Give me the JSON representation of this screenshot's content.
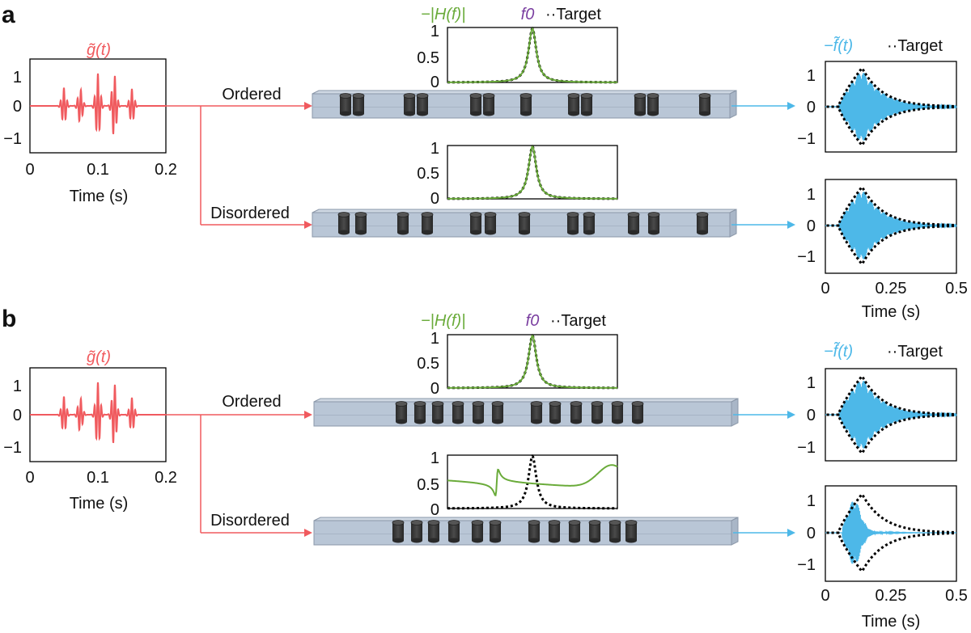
{
  "panels": [
    {
      "letter": "a",
      "input": {
        "title": "g̃(t)",
        "xlabel": "Time (s)",
        "yticks": [
          "1",
          "0",
          "−1"
        ],
        "xticks": [
          "0",
          "0.1",
          "0.2"
        ]
      },
      "branches": [
        {
          "label": "Ordered",
          "legend": {
            "h": "−|H(f)|",
            "f0": "f0",
            "target": "··Target"
          },
          "spectrum": {
            "yticks": [
              "1",
              "0.5",
              "0"
            ]
          },
          "output": {
            "legend": {
              "f": "−f̃(t)",
              "target": "··Target"
            },
            "yticks": [
              "1",
              "0",
              "−1"
            ]
          }
        },
        {
          "label": "Disordered",
          "spectrum": {
            "yticks": [
              "1",
              "0.5",
              "0"
            ]
          },
          "output": {
            "yticks": [
              "1",
              "0",
              "−1"
            ],
            "xticks": [
              "0",
              "0.25",
              "0.5"
            ],
            "xlabel": "Time (s)"
          }
        }
      ]
    },
    {
      "letter": "b",
      "input": {
        "title": "g̃(t)",
        "xlabel": "Time (s)",
        "yticks": [
          "1",
          "0",
          "−1"
        ],
        "xticks": [
          "0",
          "0.1",
          "0.2"
        ]
      },
      "branches": [
        {
          "label": "Ordered",
          "legend": {
            "h": "−|H(f)|",
            "f0": "f0",
            "target": "··Target"
          },
          "spectrum": {
            "yticks": [
              "1",
              "0.5",
              "0"
            ]
          },
          "output": {
            "legend": {
              "f": "−f̃(t)",
              "target": "··Target"
            },
            "yticks": [
              "1",
              "0",
              "−1"
            ]
          }
        },
        {
          "label": "Disordered",
          "spectrum": {
            "yticks": [
              "1",
              "0.5",
              "0"
            ]
          },
          "output": {
            "yticks": [
              "1",
              "0",
              "−1"
            ],
            "xticks": [
              "0",
              "0.25",
              "0.5"
            ],
            "xlabel": "Time (s)"
          }
        }
      ]
    }
  ],
  "colors": {
    "input_signal": "#f05a5e",
    "output_signal": "#4db8e8",
    "spectrum": "#6aab3a",
    "f0": "#7a3ea0",
    "target": "#000000",
    "waveguide": "#b9c6d6",
    "resonator": "#3a3a3a"
  }
}
